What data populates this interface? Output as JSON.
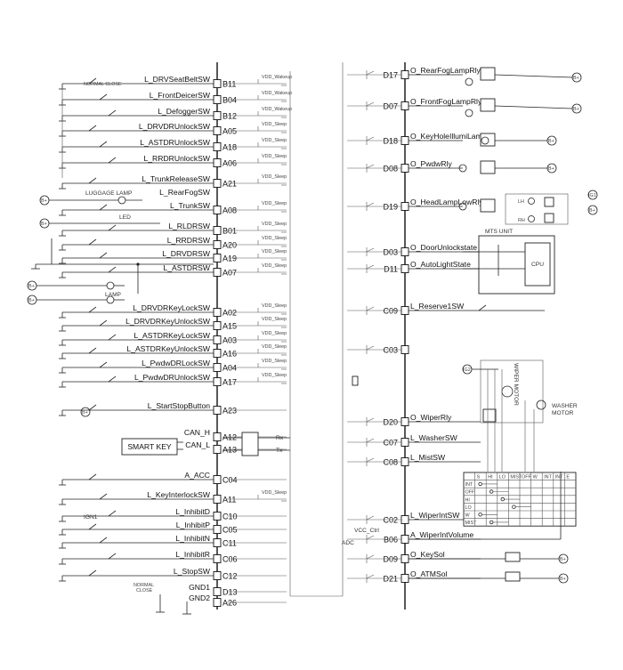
{
  "left_pins": [
    {
      "pin": "B11",
      "label": "L_DRVSeatBeltSW",
      "tag": "VDD_Wakeup"
    },
    {
      "pin": "B04",
      "label": "L_FrontDeicerSW",
      "tag": "VDD_Wakeup"
    },
    {
      "pin": "B12",
      "label": "L_DefoggerSW",
      "tag": "VDD_Wakeup"
    },
    {
      "pin": "A05",
      "label": "L_DRVDRUnlockSW",
      "tag": "VDD_Sleep"
    },
    {
      "pin": "A18",
      "label": "L_ASTDRUnlockSW",
      "tag": "VDD_Sleep"
    },
    {
      "pin": "A06",
      "label": "L_RRDRUnlockSW",
      "tag": "VDD_Sleep"
    },
    {
      "pin": "A21",
      "label": "L_TrunkReleaseSW",
      "tag": "VDD_Sleep"
    },
    {
      "pin": "A08",
      "label": "L_TrunkSW",
      "tag": "VDD_Sleep"
    },
    {
      "pin": "B01",
      "label": "L_RLDRSW",
      "tag": "VDD_Sleep"
    },
    {
      "pin": "A20",
      "label": "L_RRDRSW",
      "tag": "VDD_Sleep"
    },
    {
      "pin": "A19",
      "label": "L_DRVDRSW",
      "tag": "VDD_Sleep"
    },
    {
      "pin": "A07",
      "label": "L_ASTDRSW",
      "tag": "VDD_Sleep"
    },
    {
      "pin": "A02",
      "label": "L_DRVDRKeyLockSW",
      "tag": "VDD_Sleep"
    },
    {
      "pin": "A15",
      "label": "L_DRVDRKeyUnlockSW",
      "tag": "VDD_Sleep"
    },
    {
      "pin": "A03",
      "label": "L_ASTDRKeyLockSW",
      "tag": "VDD_Sleep"
    },
    {
      "pin": "A16",
      "label": "L_ASTDRKeyUnlockSW",
      "tag": "VDD_Sleep"
    },
    {
      "pin": "A04",
      "label": "L_PwdwDRLockSW",
      "tag": "VDD_Sleep"
    },
    {
      "pin": "A17",
      "label": "L_PwdwDRUnlockSW",
      "tag": "VDD_Sleep"
    },
    {
      "pin": "A23",
      "label": "L_StartStopButton",
      "tag": ""
    },
    {
      "pin": "A12",
      "label": "CAN_H",
      "tag": ""
    },
    {
      "pin": "A13",
      "label": "CAN_L",
      "tag": ""
    },
    {
      "pin": "C04",
      "label": "A_ACC",
      "tag": ""
    },
    {
      "pin": "A11",
      "label": "L_KeyInterlockSW",
      "tag": "VDD_Sleep"
    },
    {
      "pin": "C10",
      "label": "L_InhibitD",
      "tag": ""
    },
    {
      "pin": "C05",
      "label": "L_InhibitP",
      "tag": ""
    },
    {
      "pin": "C11",
      "label": "L_InhibitN",
      "tag": ""
    },
    {
      "pin": "C06",
      "label": "L_InhibitR",
      "tag": ""
    },
    {
      "pin": "C12",
      "label": "L_StopSW",
      "tag": ""
    },
    {
      "pin": "D13",
      "label": "GND1",
      "tag": ""
    },
    {
      "pin": "A26",
      "label": "GND2",
      "tag": ""
    }
  ],
  "extra_labels": {
    "rear_fog_sw": "L_RearFogSW",
    "can_rx": "Rx",
    "can_tx": "Tx",
    "smart_key": "SMART KEY",
    "normal_close_top": "NORMAL CLOSE",
    "luggage_lamp": "LUGGAGE LAMP",
    "led": "LED",
    "lamp": "LAMP",
    "ign1": "IGN1",
    "normal_close_bottom_1": "NORMAL",
    "normal_close_bottom_2": "CLOSE",
    "vcc_ctrl": "VCC_Ctrl",
    "adc": "ADC",
    "mts_unit": "MTS UNIT",
    "cpu": "CPU",
    "wiper_motor": "WIPER MOTOR",
    "washer_motor_1": "WASHER",
    "washer_motor_2": "MOTOR",
    "bplus": "B+",
    "ig2": "IG2",
    "ig1": "IG1",
    "lh": "LH",
    "rh": "RH"
  },
  "right_pins": [
    {
      "pin": "D17",
      "label": "O_RearFogLampRly"
    },
    {
      "pin": "D07",
      "label": "O_FrontFogLampRly"
    },
    {
      "pin": "D18",
      "label": "O_KeyHoleIllumiLamp"
    },
    {
      "pin": "D08",
      "label": "O_PwdwRly"
    },
    {
      "pin": "D19",
      "label": "O_HeadLampLowRly"
    },
    {
      "pin": "D03",
      "label": "O_DoorUnlockstate"
    },
    {
      "pin": "D11",
      "label": "O_AutoLightState"
    },
    {
      "pin": "C09",
      "label": "L_Reserve1SW"
    },
    {
      "pin": "C03",
      "label": ""
    },
    {
      "pin": "D20",
      "label": "O_WiperRly"
    },
    {
      "pin": "C07",
      "label": "L_WasherSW"
    },
    {
      "pin": "C08",
      "label": "L_MistSW"
    },
    {
      "pin": "C02",
      "label": "L_WiperIntSW"
    },
    {
      "pin": "B06",
      "label": "A_WiperIntVolume"
    },
    {
      "pin": "D09",
      "label": "O_KeySol"
    },
    {
      "pin": "D21",
      "label": "O_ATMSol"
    }
  ],
  "wiper_table": {
    "headers": [
      "",
      "S",
      "HI",
      "LO",
      "MIST",
      "OFF",
      "W",
      "INT",
      "INT",
      "E"
    ],
    "rows": [
      "INT",
      "OFF",
      "HI",
      "LO",
      "W",
      "MIST"
    ]
  }
}
